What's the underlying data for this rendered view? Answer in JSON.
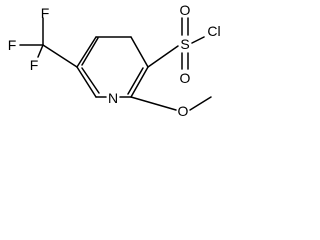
{
  "molecule": {
    "atoms": {
      "fluorine_top": "F",
      "fluorine_left": "F",
      "fluorine_bottom": "F",
      "sulfur": "S",
      "oxygen_top": "O",
      "oxygen_bottom": "O",
      "chlorine": "Cl",
      "ring_nitrogen": "N",
      "methoxy_oxygen": "O"
    }
  }
}
